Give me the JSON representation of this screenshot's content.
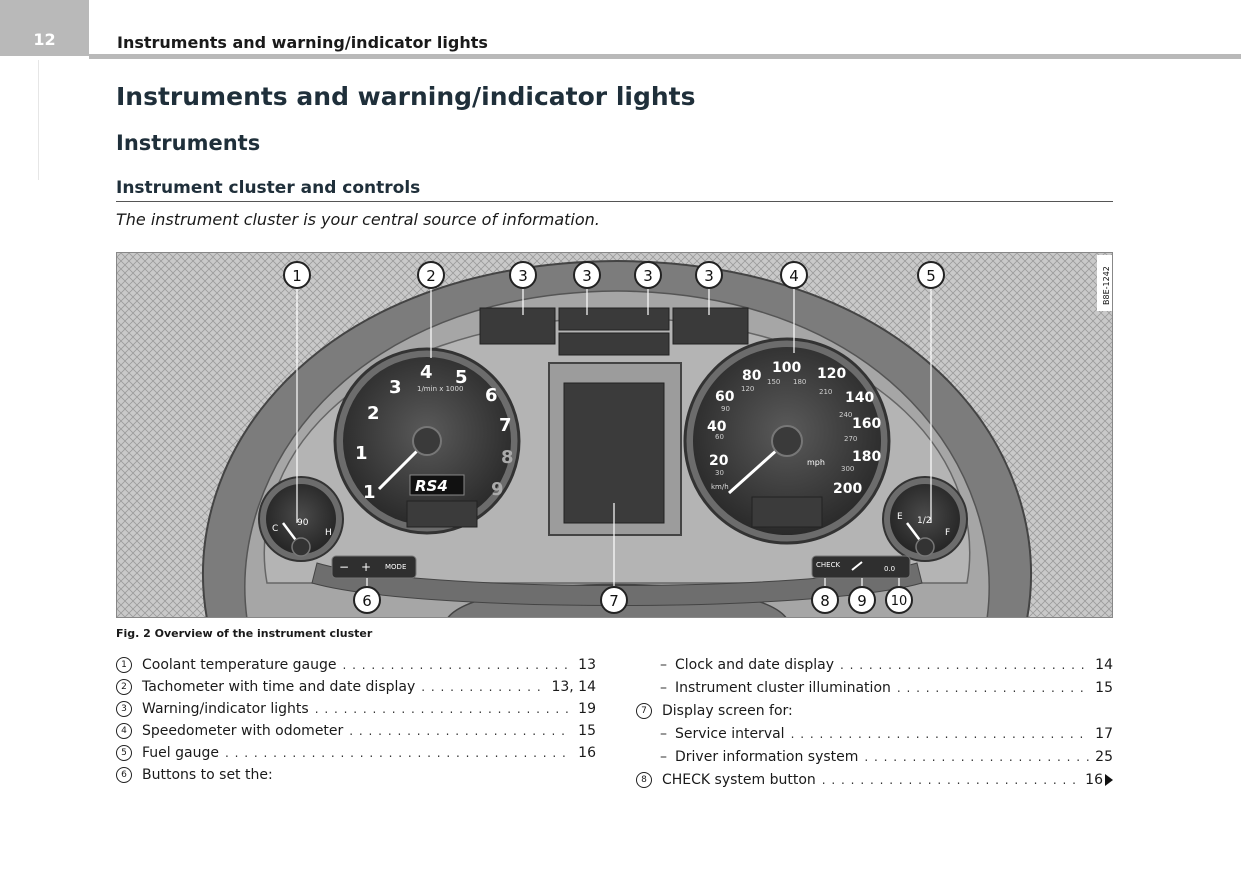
{
  "header": {
    "page_number": "12",
    "running_title": "Instruments and warning/indicator lights"
  },
  "headings": {
    "h1": "Instruments and warning/indicator lights",
    "h2": "Instruments",
    "h3": "Instrument cluster and controls"
  },
  "intro": "The instrument cluster is your central source of information.",
  "figure": {
    "code": "B8E-1242",
    "caption": "Fig. 2  Overview of the instrument cluster",
    "callouts": [
      "1",
      "2",
      "3",
      "3",
      "3",
      "3",
      "4",
      "5",
      "6",
      "7",
      "8",
      "9",
      "10"
    ],
    "tach": {
      "numbers": [
        "1",
        "2",
        "3",
        "4",
        "5",
        "6",
        "7",
        "8",
        "9"
      ],
      "unit": "1/min x 1000",
      "logo": "RS4"
    },
    "speedo": {
      "mph_numbers": [
        "20",
        "40",
        "60",
        "80",
        "100",
        "120",
        "140",
        "160",
        "180",
        "200"
      ],
      "kmh_numbers": [
        "30",
        "60",
        "90",
        "120",
        "150",
        "180",
        "210",
        "240",
        "270",
        "300"
      ],
      "unit_mph": "mph",
      "unit_kmh": "km/h"
    },
    "coolant": {
      "mark_low": "C",
      "mark_mid": "90",
      "mark_high": "H"
    },
    "fuel": {
      "mark_low": "E",
      "mark_mid": "1/2",
      "mark_high": "F"
    },
    "buttons": {
      "minus": "−",
      "plus": "+",
      "mode": "MODE",
      "check": "CHECK",
      "reset": "0.0"
    }
  },
  "legend_left": [
    {
      "num": "1",
      "label": "Coolant temperature gauge",
      "page": "13"
    },
    {
      "num": "2",
      "label": "Tachometer with time and date display",
      "page": "13, 14"
    },
    {
      "num": "3",
      "label": "Warning/indicator lights",
      "page": "19"
    },
    {
      "num": "4",
      "label": "Speedometer with odometer",
      "page": "15"
    },
    {
      "num": "5",
      "label": "Fuel gauge",
      "page": "16"
    },
    {
      "num": "6",
      "label": "Buttons to set the:",
      "page": ""
    }
  ],
  "legend_right": [
    {
      "num": "",
      "sub": true,
      "label": "Clock and date display",
      "page": "14"
    },
    {
      "num": "",
      "sub": true,
      "label": "Instrument cluster illumination",
      "page": "15"
    },
    {
      "num": "7",
      "sub": false,
      "label": "Display screen for:",
      "page": ""
    },
    {
      "num": "",
      "sub": true,
      "label": "Service interval",
      "page": "17"
    },
    {
      "num": "",
      "sub": true,
      "label": "Driver information system",
      "page": "25"
    },
    {
      "num": "8",
      "sub": false,
      "label": "CHECK system button",
      "page": "16"
    }
  ],
  "colors": {
    "header_gray": "#b9b9b9",
    "heading_blue": "#1f2f3a"
  }
}
